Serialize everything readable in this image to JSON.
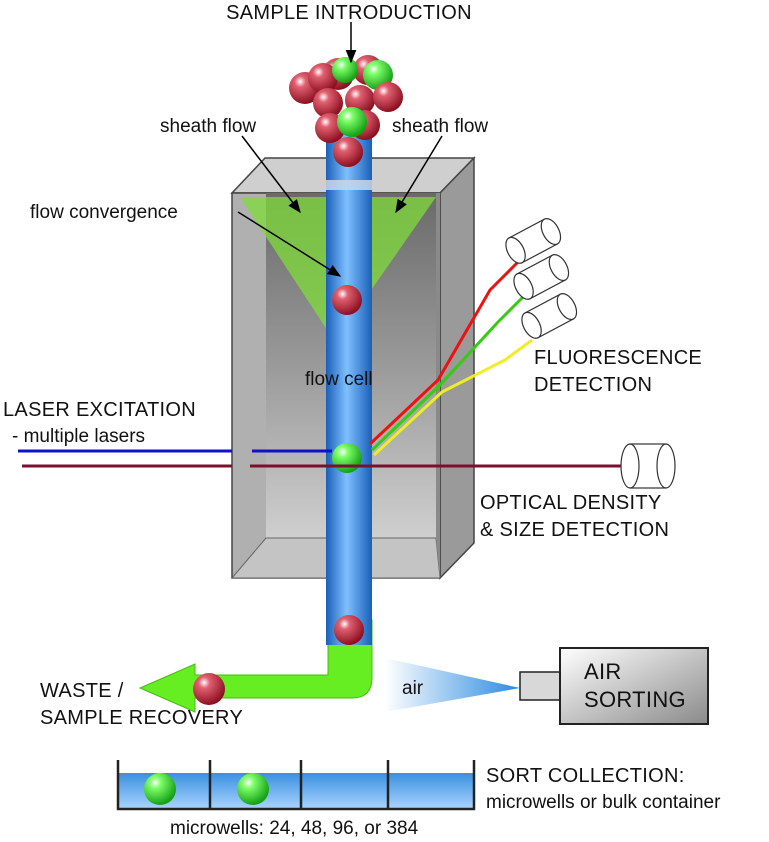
{
  "labels": {
    "sample_introduction": "SAMPLE INTRODUCTION",
    "sheath_flow_left": "sheath flow",
    "sheath_flow_right": "sheath flow",
    "flow_convergence": "flow convergence",
    "flow_cell": "flow cell",
    "fluorescence_line1": "FLUORESCENCE",
    "fluorescence_line2": "DETECTION",
    "laser_line1": "LASER EXCITATION",
    "laser_line2": "- multiple lasers",
    "optical_line1": "OPTICAL DENSITY",
    "optical_line2": "& SIZE DETECTION",
    "waste_line1": "WASTE /",
    "waste_line2": "SAMPLE RECOVERY",
    "air": "air",
    "air_sorting_line1": "AIR",
    "air_sorting_line2": "SORTING",
    "sort_collection_line1": "SORT COLLECTION:",
    "sort_collection_line2": "microwells or bulk container",
    "microwells": "microwells: 24, 48, 96, or 384"
  },
  "colors": {
    "red_cell": "#b3202e",
    "green_cell": "#33cc33",
    "stream_blue": "#3b8fe0",
    "sheath_green": "#7fdc3a",
    "waste_green": "#66ee22",
    "laser_blue": "#1010cc",
    "laser_maroon": "#7a1030",
    "fluor_red": "#ee1111",
    "fluor_green": "#33cc11",
    "fluor_yellow": "#eeee22",
    "cell_gray": "#b0b0b0"
  }
}
